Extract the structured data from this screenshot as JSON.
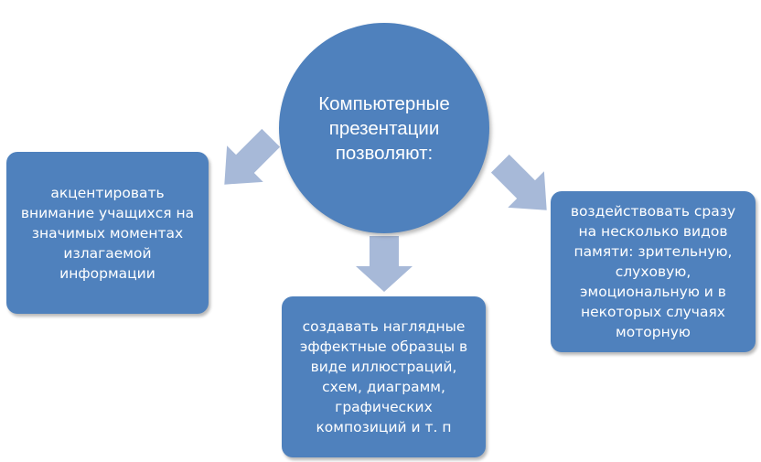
{
  "center": {
    "lines": [
      "Компьютерные",
      "презентации",
      "позволяют:"
    ]
  },
  "boxes": {
    "left": {
      "lines": [
        "акцентировать",
        "внимание учащихся на",
        "значимых моментах",
        "излагаемой",
        "информации"
      ]
    },
    "bottom": {
      "lines": [
        "создавать наглядные",
        "эффектные образцы в",
        "виде иллюстраций,",
        "схем, диаграмм,",
        "графических",
        "композиций и т. п"
      ]
    },
    "right": {
      "lines": [
        "воздействовать сразу",
        "на несколько видов",
        "памяти: зрительную,",
        "слуховую,",
        "эмоциональную и в",
        "некоторых случаях",
        "моторную"
      ]
    }
  },
  "colors": {
    "shape_fill": "#4f81bd",
    "arrow_fill": "#a7b9d8",
    "text": "#ffffff"
  }
}
